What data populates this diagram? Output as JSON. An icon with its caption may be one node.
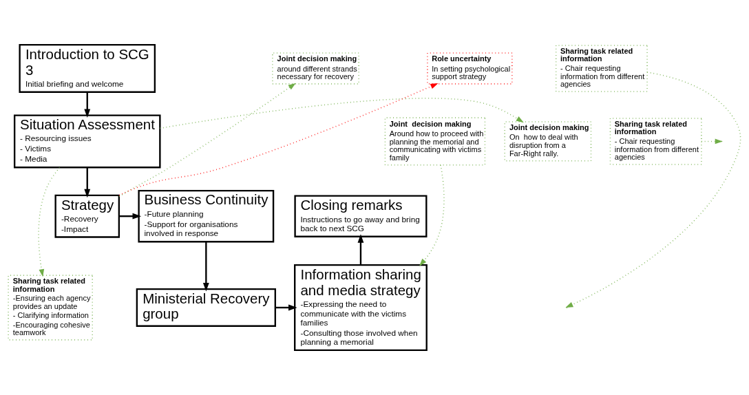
{
  "diagram": {
    "nodes": [
      {
        "text": [
          "Introduction to SCG 3",
          "Initial briefing and welcome"
        ]
      },
      {
        "text": [
          "Situation Assessment",
          "- Resourcing issues",
          "- Victims",
          "- Media"
        ]
      },
      {
        "text": [
          "Sharing task related information",
          "-Ensuring each agency provides an update",
          "- Clarifying information",
          "-Encouraging cohesive teamwork"
        ]
      },
      {
        "text": [
          "Joint decision making",
          "On  how to deal with disruption from a Far-Right rally."
        ]
      },
      {
        "text": [
          "Strategy",
          "-Recovery",
          "-Impact"
        ]
      },
      {
        "text": [
          "Joint decision making",
          "around different strands necessary for recovery"
        ]
      },
      {
        "text": [
          "Role uncertainty",
          "In setting psychological support strategy"
        ]
      },
      {
        "text": [
          "Business Continuity",
          "-Future planning",
          "-Support for organisations involved in response"
        ]
      },
      {
        "text": [
          "Sharing task related information",
          "- Chair requesting information from different agencies"
        ]
      },
      {
        "text": [
          "Ministerial Recovery group"
        ]
      },
      {
        "text": [
          "Sharing task related information",
          "- Chair requesting information from different agencies"
        ]
      },
      {
        "text": [
          "Information sharing and media strategy",
          "-Expressing the need to communicate with the victims families",
          "-Consulting those involved when planning a memorial"
        ]
      },
      {
        "text": [
          "Joint  decision making",
          "Around how to proceed with planning the memorial and communicating with victims family"
        ]
      },
      {
        "text": [
          "Closing remarks",
          "Instructions to go away and bring back to next SCG"
        ]
      }
    ],
    "edges": [
      {
        "from": 0,
        "to": 1,
        "arrow": "to"
      },
      {
        "from": 1,
        "to": 2,
        "arrow": "to",
        "style": "dashed",
        "color": "#70ad47"
      },
      {
        "from": 1,
        "to": 3,
        "arrow": "to",
        "style": "dashed",
        "color": "#70ad47"
      },
      {
        "from": 1,
        "to": 4,
        "arrow": "to"
      },
      {
        "from": 4,
        "to": 5,
        "arrow": "to",
        "style": "dashed",
        "color": "#70ad47"
      },
      {
        "from": 4,
        "to": 6,
        "arrow": "to",
        "style": "dashed",
        "color": "#ff0000"
      },
      {
        "from": 4,
        "to": 7,
        "arrow": "to"
      },
      {
        "from": 7,
        "to": 9,
        "arrow": "to"
      },
      {
        "from": 8,
        "to": null,
        "arrow": "to",
        "style": "dashed",
        "color": "#70ad47"
      },
      {
        "from": 9,
        "to": 11,
        "arrow": "to"
      },
      {
        "from": 10,
        "to": null,
        "arrow": "to",
        "style": "dashed",
        "color": "#70ad47"
      },
      {
        "from": 12,
        "to": 11,
        "arrow": "to",
        "style": "dashed",
        "color": "#70ad47"
      },
      {
        "from": 11,
        "to": 13,
        "arrow": "to"
      }
    ]
  }
}
